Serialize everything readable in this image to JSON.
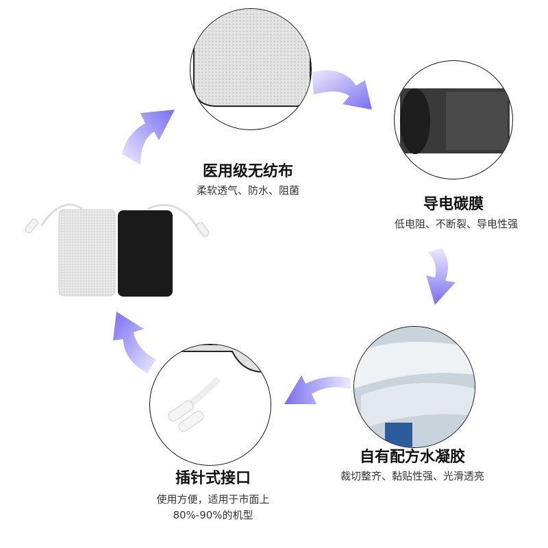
{
  "features": [
    {
      "title": "医用级无纺布",
      "lines": [
        "柔软透气、防水、阻菌"
      ]
    },
    {
      "title": "导电碳膜",
      "lines": [
        "低电阻、不断裂、导电性强"
      ]
    },
    {
      "title": "自有配方水凝胶",
      "lines": [
        "裁切整齐、黏贴性强、光滑透亮"
      ]
    },
    {
      "title": "插针式接口",
      "lines": [
        "使用方便，适用于市面上",
        "80%-90%的机型"
      ]
    }
  ],
  "colors": {
    "arrow_start": "#e8e6fb",
    "arrow_end": "#7c6ff0"
  }
}
